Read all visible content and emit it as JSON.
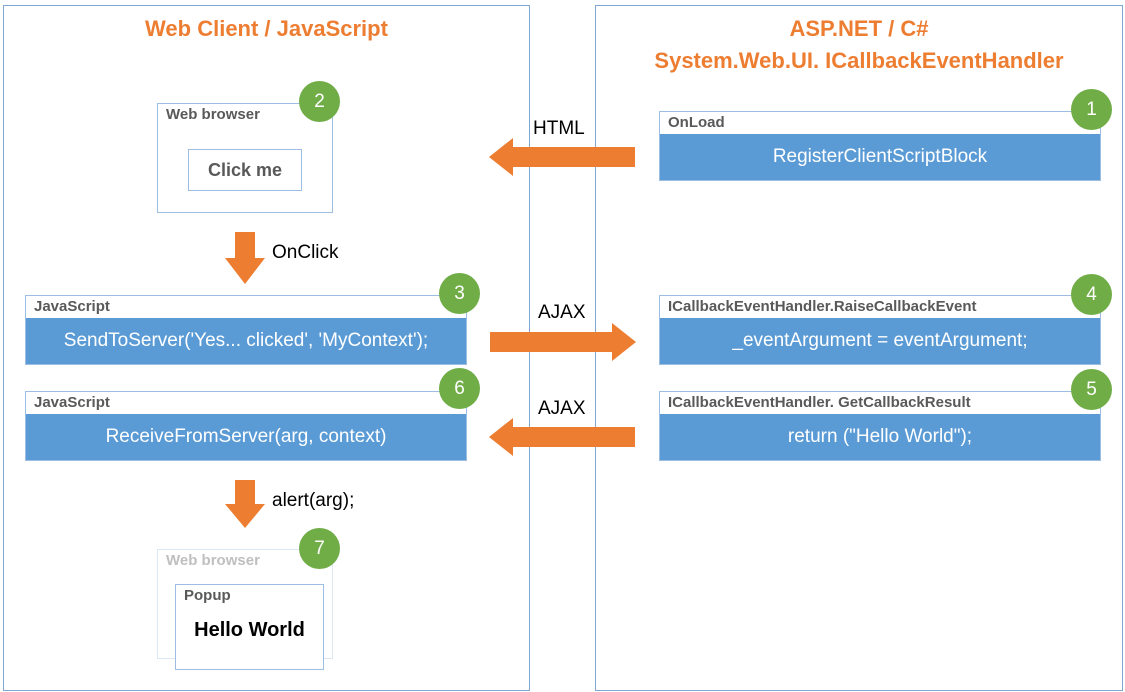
{
  "left_panel": {
    "title": "Web Client / JavaScript"
  },
  "right_panel": {
    "title_line1": "ASP.NET / C#",
    "title_line2": "System.Web.UI. ICallbackEventHandler"
  },
  "browser1": {
    "header": "Web browser",
    "button_label": "Click me",
    "step": "2"
  },
  "onclick_label": "OnClick",
  "js_send": {
    "header": "JavaScript",
    "body": "SendToServer('Yes... clicked', 'MyContext');",
    "step": "3"
  },
  "js_receive": {
    "header": "JavaScript",
    "body": "ReceiveFromServer(arg, context)",
    "step": "6"
  },
  "alert_label": "alert(arg);",
  "browser2": {
    "header": "Web browser",
    "popup_header": "Popup",
    "popup_body": "Hello World",
    "step": "7"
  },
  "onload": {
    "header": "OnLoad",
    "body": "RegisterClientScriptBlock",
    "step": "1"
  },
  "raise": {
    "header": "ICallbackEventHandler.RaiseCallbackEvent",
    "body": "_eventArgument = eventArgument;",
    "step": "4"
  },
  "getresult": {
    "header": "ICallbackEventHandler. GetCallbackResult",
    "body": "return (\"Hello World\");",
    "step": "5"
  },
  "arrows": {
    "html_label": "HTML",
    "ajax_label_1": "AJAX",
    "ajax_label_2": "AJAX"
  },
  "colors": {
    "accent_orange": "#ed7d31",
    "box_blue": "#5b9bd5",
    "badge_green": "#70ad47",
    "panel_border": "#7fa7d4"
  }
}
